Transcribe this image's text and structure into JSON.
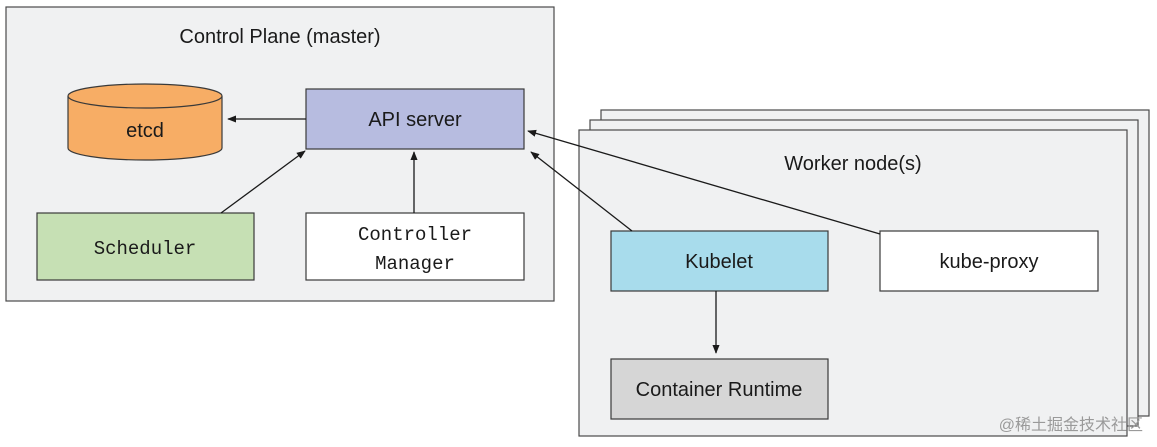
{
  "control_plane": {
    "title": "Control Plane (master)",
    "etcd": "etcd",
    "api_server": "API server",
    "scheduler": "Scheduler",
    "controller_manager_line1": "Controller",
    "controller_manager_line2": "Manager"
  },
  "worker": {
    "title": "Worker node(s)",
    "kubelet": "Kubelet",
    "kube_proxy": "kube-proxy",
    "container_runtime": "Container Runtime"
  },
  "watermark": "@稀土掘金技术社区",
  "colors": {
    "panel_fill": "#f0f1f2",
    "etcd_fill": "#f7ad65",
    "api_server_fill": "#b7bce0",
    "scheduler_fill": "#c6e0b4",
    "kubelet_fill": "#a8dcec",
    "runtime_fill": "#d6d6d6",
    "white_box_fill": "#ffffff"
  }
}
